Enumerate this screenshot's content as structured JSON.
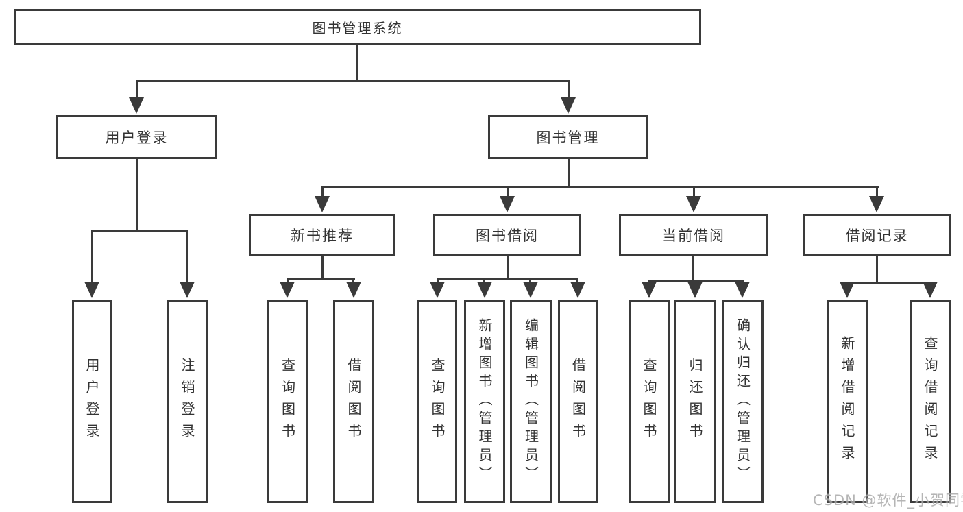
{
  "tree": {
    "label": "图书管理系统",
    "children": [
      {
        "label": "用户登录",
        "children": [
          {
            "label": "用户登录"
          },
          {
            "label": "注销登录"
          }
        ]
      },
      {
        "label": "图书管理",
        "children": [
          {
            "label": "新书推荐",
            "children": [
              {
                "label": "查询图书"
              },
              {
                "label": "借阅图书"
              }
            ]
          },
          {
            "label": "图书借阅",
            "children": [
              {
                "label": "查询图书"
              },
              {
                "label": "新增图书（管理员）"
              },
              {
                "label": "编辑图书（管理员）"
              },
              {
                "label": "借阅图书"
              }
            ]
          },
          {
            "label": "当前借阅",
            "children": [
              {
                "label": "查询图书"
              },
              {
                "label": "归还图书"
              },
              {
                "label": "确认归还（管理员）"
              }
            ]
          },
          {
            "label": "借阅记录",
            "children": [
              {
                "label": "新增借阅记录"
              },
              {
                "label": "查询借阅记录"
              }
            ]
          }
        ]
      }
    ]
  },
  "watermark": {
    "text": "CSDN @软件_小贺同学"
  },
  "colors": {
    "line": "#3a3a3a",
    "box_border": "#3a3a3a",
    "text": "#333333",
    "watermark": "#a9a9a9",
    "background": "#ffffff"
  }
}
